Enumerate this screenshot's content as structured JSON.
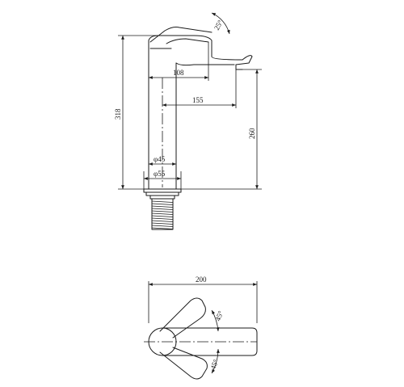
{
  "dimensions": {
    "angle_lever_side": "25°",
    "spout_reach": "108",
    "spout_projection": "155",
    "total_height": "318",
    "spout_height": "260",
    "body_diameter": "φ45",
    "base_diameter": "φ55",
    "plan_width": "200",
    "rotation_upper": "45°",
    "rotation_lower": "45°"
  }
}
